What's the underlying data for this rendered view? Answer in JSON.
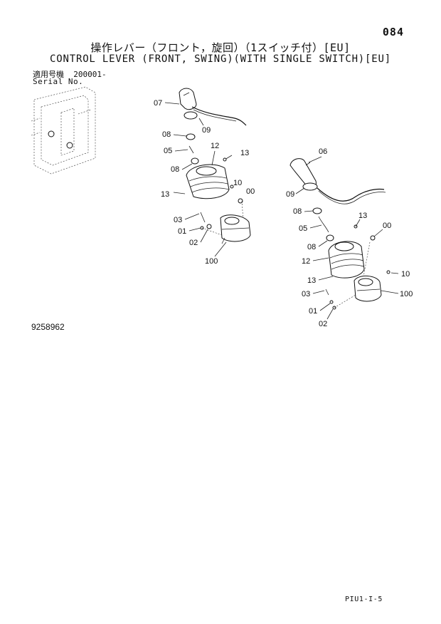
{
  "header": {
    "page_number": "084",
    "title_jp": "操作レバー（フロント，旋回）（1スイッチ付）[EU]",
    "title_en": "CONTROL LEVER (FRONT, SWING)(WITH SINGLE SWITCH)[EU]",
    "serial_label_jp": "適用号機",
    "serial_value": "200001-",
    "serial_label_en": "Serial No."
  },
  "diagram": {
    "left_assembly_callouts": [
      "07",
      "09",
      "08",
      "05",
      "12",
      "13",
      "08",
      "10",
      "00",
      "13",
      "03",
      "01",
      "02",
      "100"
    ],
    "right_assembly_callouts": [
      "06",
      "09",
      "08",
      "13",
      "05",
      "00",
      "08",
      "12",
      "10",
      "13",
      "03",
      "100",
      "01",
      "02"
    ]
  },
  "footer": {
    "part_number": "9258962",
    "page_code": "PIU1-I-5"
  }
}
